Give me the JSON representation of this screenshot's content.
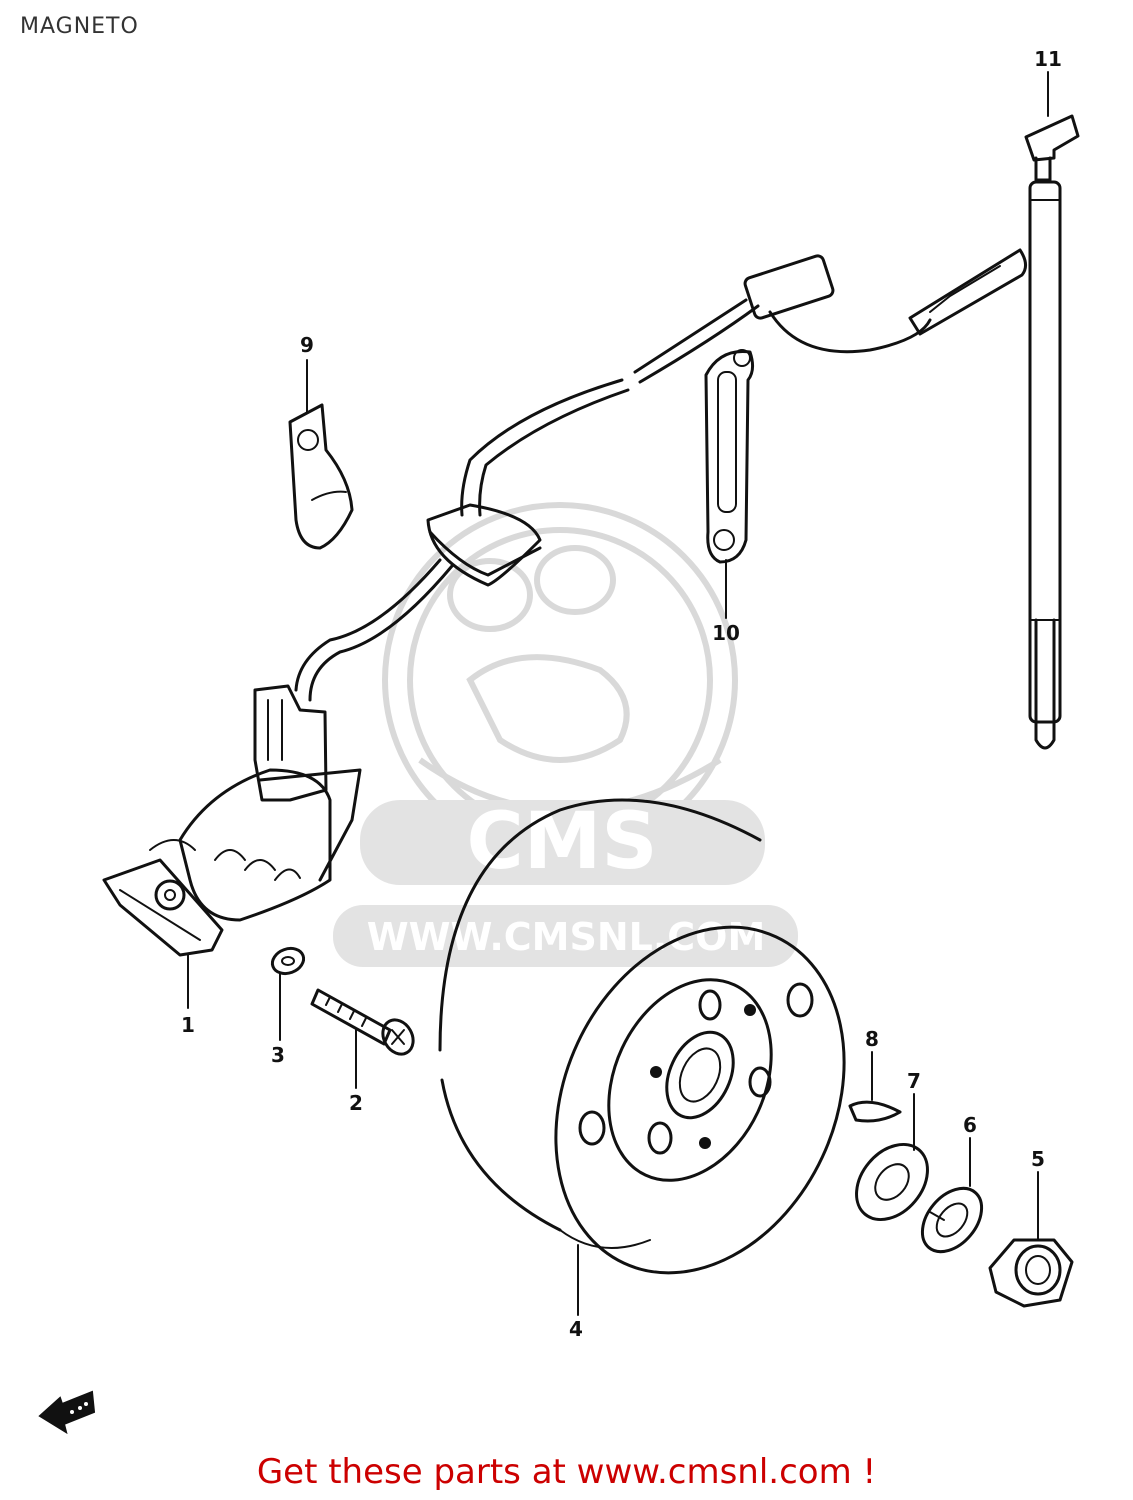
{
  "title": "MAGNETO",
  "watermark": {
    "logo_text": "CMS",
    "url_text": "WWW.CMSNL.COM"
  },
  "parts": [
    {
      "id": "label-1",
      "number": "1"
    },
    {
      "id": "label-2",
      "number": "2"
    },
    {
      "id": "label-3",
      "number": "3"
    },
    {
      "id": "label-4",
      "number": "4"
    },
    {
      "id": "label-5",
      "number": "5"
    },
    {
      "id": "label-6",
      "number": "6"
    },
    {
      "id": "label-7",
      "number": "7"
    },
    {
      "id": "label-8",
      "number": "8"
    },
    {
      "id": "label-9",
      "number": "9"
    },
    {
      "id": "label-10",
      "number": "10"
    },
    {
      "id": "label-11",
      "number": "11"
    }
  ],
  "footer": {
    "promo_text": "Get these parts at www.cmsnl.com !"
  },
  "colors": {
    "promo": "#cc0000",
    "line": "#111111",
    "watermark": "#d9d9d9"
  },
  "icons": {
    "front_arrow": "front-arrow-icon"
  }
}
